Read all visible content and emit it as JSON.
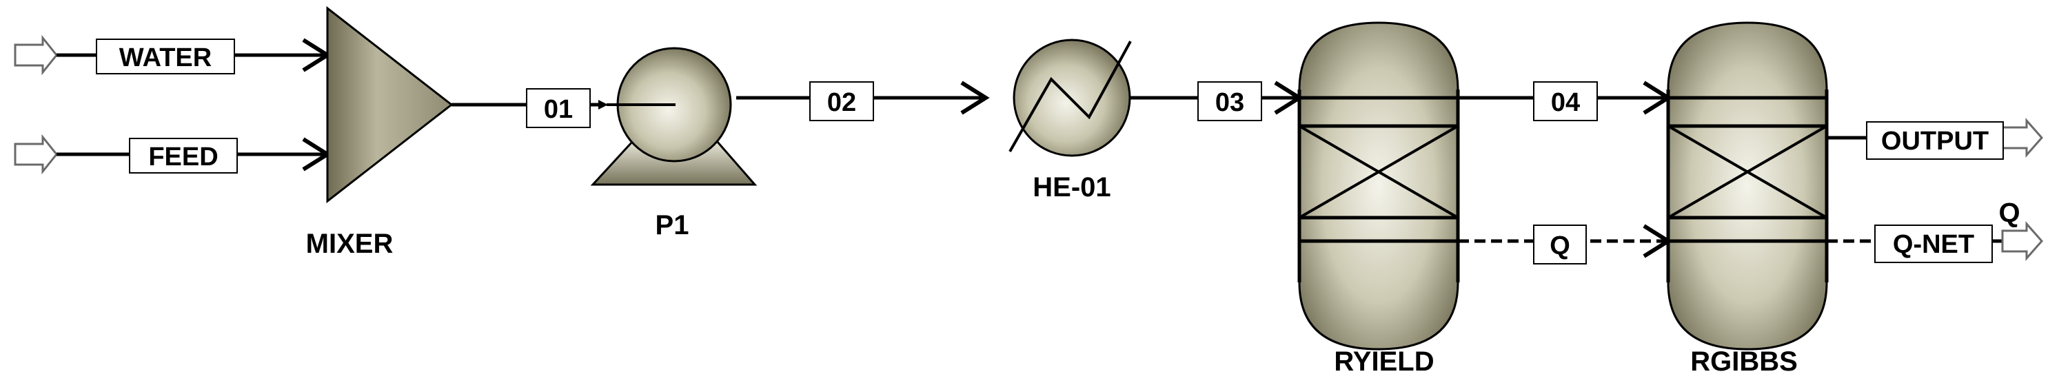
{
  "diagram": {
    "streams": {
      "water": "WATER",
      "feed": "FEED",
      "s01": "01",
      "s02": "02",
      "s03": "03",
      "s04": "04",
      "q": "Q",
      "output": "OUTPUT",
      "qnet": "Q-NET"
    },
    "blocks": {
      "mixer": "MIXER",
      "pump": "P1",
      "heater": "HE-01",
      "ryield": "RYIELD",
      "rgibbs": "RGIBBS"
    },
    "heat_stream_label": "Q"
  },
  "colors": {
    "equipment_light": "#f2f1e6",
    "equipment_mid": "#c9c6ae",
    "equipment_dark": "#6e6b52",
    "line": "#000000",
    "arrow_fill": "#ffffff"
  }
}
